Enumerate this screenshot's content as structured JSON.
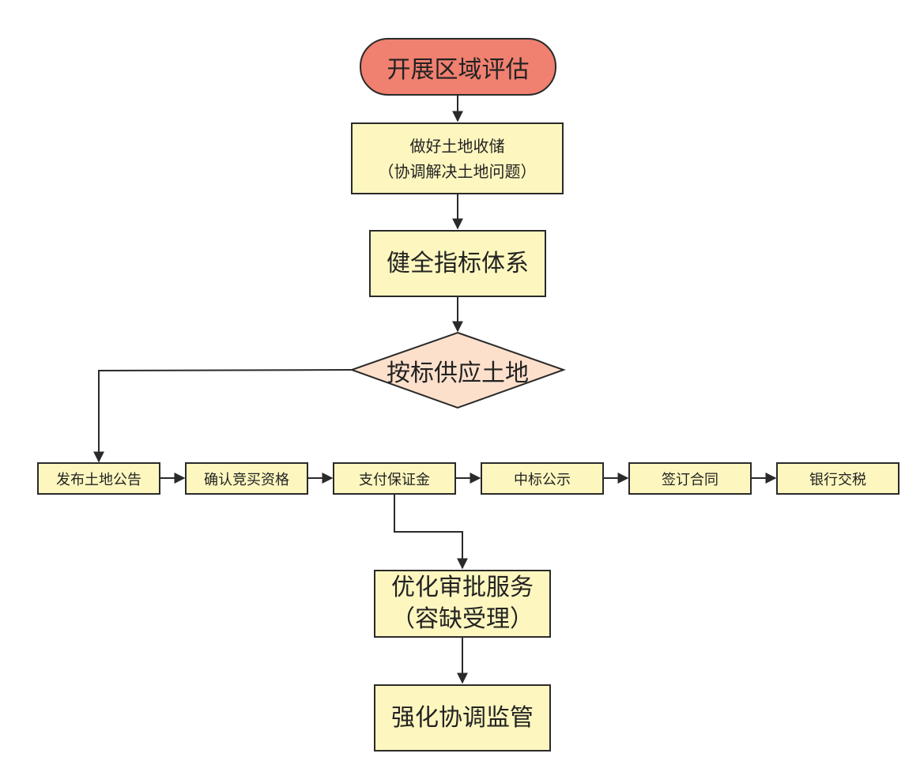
{
  "flow": {
    "start": "开展区域评估",
    "step_storage": {
      "line1": "做好土地收储",
      "line2": "（协调解决土地问题）"
    },
    "step_indicators": "健全指标体系",
    "decision": "按标供应土地",
    "process": [
      "发布土地公告",
      "确认竞买资格",
      "支付保证金",
      "中标公示",
      "签订合同",
      "银行交税"
    ],
    "step_approval": {
      "line1": "优化审批服务",
      "line2": "（容缺受理）"
    },
    "step_supervision": "强化协调监管"
  },
  "colors": {
    "start_fill": "#f08070",
    "box_fill": "#fdf7bf",
    "decision_fill": "#fde0cc",
    "stroke": "#2a2a2a"
  }
}
